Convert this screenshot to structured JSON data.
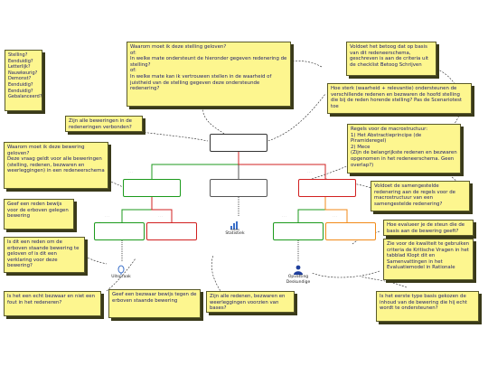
{
  "notes": {
    "status_list": "Stelling?\nEenduidig?\nLetterlijk?\nNauwkeurig?\nDemonst?\nEenduidig?\nEenduidig?\nGebalanceerd?",
    "why_believe_statement": "Waarom moet ik deze stelling geloven?\nof:\nIn welke mate ondersteunt de hieronder gegeven redenering de stelling?\nof:\nIn welke mate kan ik vertrouwen stellen in de waarheid of juistheid van de stelling gegeven deze ondersteunde redenering?",
    "reasoning_dependent": "Voldoet het betoog dat op basis van dit redeneerschema, geschreven is aan de criteria uit de checklist Betoog Schrijven",
    "reasons_connect": "Zijn alle beweringen in de redeneringen verbonden?",
    "strength_relevance": "Hoe sterk (waarheid + relevantie) ondersteunen de verschillende redenen en bezwaren de hoofd stelling die bij de reden horende stelling? Pas de Scenariotest toe",
    "why_believe_claim": "Waarom moet ik deze bewering geloven?\nDeze vraag geldt voor alle beweringen (stelling, redenen, bezwaren en weerleggingen) in een redeneerschema",
    "rules_macrostructure": "Regels voor de macrostructuur:\n1) Het Abstractieprincipe (de Piramideregel)\n2) Mece\n(Zijn de belangrijkste redenen en bezwaren opgenomen in het redeneerschema. Geen overlap?)",
    "give_reason_proof": "Geef een reden bewijs voor de erboven gelegen bewering",
    "combined_reasoning": "Voldoet de samengestelde redenering aan de regels voor de macrostructuur van een samengestelde redenering?",
    "is_there_reason": "Is dit een reden om de erboven staande bewering te geloven of is dit een verklaring voor deze bewering?",
    "how_evaluate": "Hoe evalueer je de steun die de basis aan de bewering geeft?",
    "critical_questions": "Zie voor de kwaliteit te gebruiken criteria de Kritische Vragen in het tabblad Klopt dit en Samenvattingen in het Evaluatiemodel in Rationale",
    "real_objection": "Is het een echt bezwaar en niet een fout in het redeneren?",
    "give_objection": "Geef een bezwaar bewijs tegen de erboven staande bewering",
    "reasons_provided": "Zijn alle redenen, bezwaren en weerleggingen voorzien van bases?",
    "first_basis": "Is het eerste type basis gekozen de inhoud van de bewering die hij echt wordt te ondersteunen?"
  },
  "labels": {
    "statistiek": "Statistiek",
    "uitspraak": "Uitspraak",
    "opvatting_deskundige": "Opvatting Deskundige"
  },
  "colors": {
    "note_bg": "#fdf68f",
    "reason": "#1c9a1c",
    "objection": "#d12020",
    "rebuttal": "#f28a18",
    "neutral": "#555555"
  },
  "icons": {
    "statistiek": "bar-chart-icon",
    "uitspraak": "speech-icon",
    "opvatting_deskundige": "expert-icon"
  }
}
